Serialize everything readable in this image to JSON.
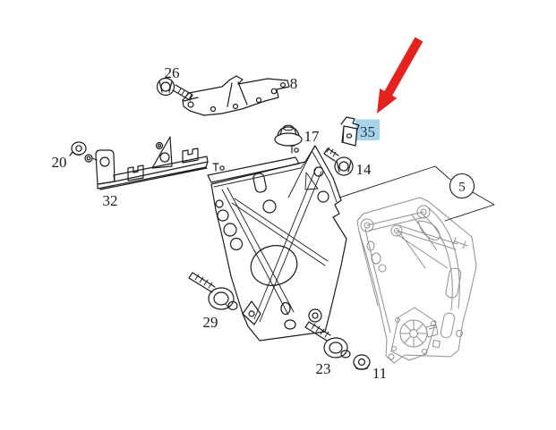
{
  "diagram": {
    "type": "exploded-parts-diagram",
    "background_color": "#ffffff",
    "ink_color": "#1c1c1c",
    "reference_part_color": "#8f8f8f",
    "part_labels": {
      "n26": "26",
      "n8": "8",
      "n20": "20",
      "n32": "32",
      "n17": "17",
      "n35": "35",
      "n14": "14",
      "n5": "5",
      "n29": "29",
      "n23": "23",
      "n11": "11"
    },
    "highlight": {
      "part": "35",
      "color": "#a9d3e9"
    },
    "arrow": {
      "color": "#e42320",
      "points_to_part": "35"
    }
  }
}
